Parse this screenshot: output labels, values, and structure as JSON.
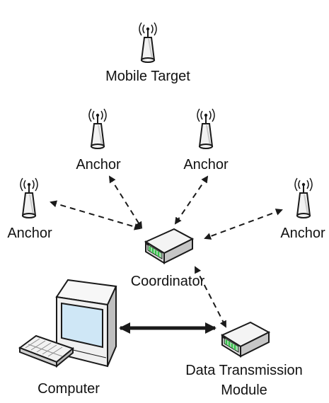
{
  "labels": {
    "mobile_target": "Mobile Target",
    "anchor_top_left": "Anchor",
    "anchor_top_right": "Anchor",
    "anchor_left": "Anchor",
    "anchor_right": "Anchor",
    "coordinator": "Coordinator",
    "computer": "Computer",
    "data_transmission_line1": "Data Transmission",
    "data_transmission_line2": "Module"
  },
  "icons": {
    "node": "antenna-node-icon",
    "router": "router-icon",
    "computer": "desktop-computer-icon",
    "keyboard": "keyboard-icon"
  },
  "colors": {
    "stroke": "#1a1a1a",
    "device_body": "#f2f2f2",
    "device_shade": "#bdbdbd",
    "screen_glass": "#cfe7f6",
    "router_led": "#37c24a"
  }
}
